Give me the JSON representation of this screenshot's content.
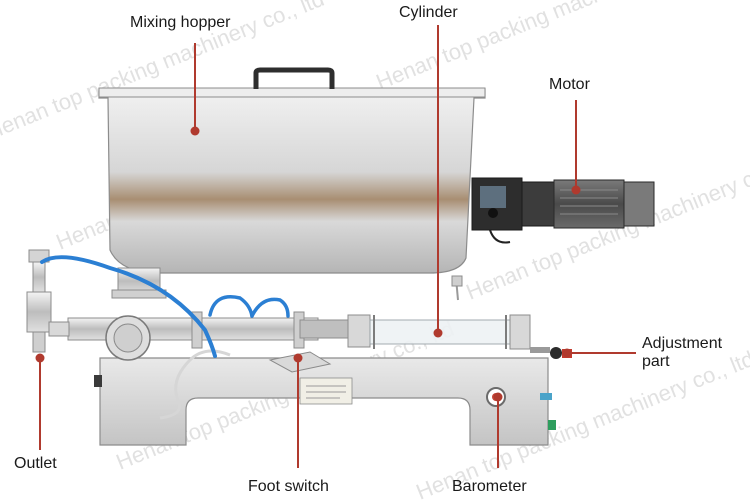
{
  "labels": {
    "mixing_hopper": "Mixing hopper",
    "cylinder": "Cylinder",
    "motor": "Motor",
    "adjustment_line1": "Adjustment",
    "adjustment_line2": "part",
    "outlet": "Outlet",
    "foot_switch": "Foot switch",
    "barometer": "Barometer"
  },
  "watermark": "Henan top packing machinery co., ltd",
  "colors": {
    "leader_line": "#b03a2e",
    "pointer_dot": "#b03a2e",
    "steel_light": "#e4e4e4",
    "steel_dark": "#9a9a9a",
    "motor_body": "#5a5a5a",
    "pneumatic_tube": "#2b7fd3"
  }
}
